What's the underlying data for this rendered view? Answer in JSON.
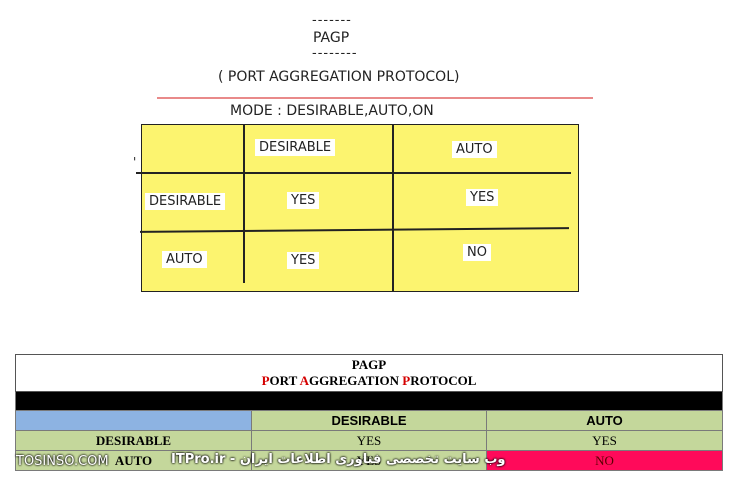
{
  "diagram": {
    "dashes_top": "-------",
    "title": "PAGP",
    "dashes_bottom": "--------",
    "subtitle": "( PORT AGGREGATION PROTOCOL)",
    "mode_line": "MODE : DESIRABLE,AUTO,ON",
    "tick_mark": "'",
    "col_headers": [
      "DESIRABLE",
      "AUTO"
    ],
    "rows": [
      {
        "label": "DESIRABLE",
        "cells": [
          "YES",
          "YES"
        ]
      },
      {
        "label": "AUTO",
        "cells": [
          "YES",
          "NO"
        ]
      }
    ],
    "box_color": "#fcf46f",
    "underline_color": "#e98a8a"
  },
  "table": {
    "title": "PAGP",
    "subtitle_parts": [
      {
        "text": "P",
        "red": true
      },
      {
        "text": "ORT ",
        "red": false
      },
      {
        "text": "A",
        "red": true
      },
      {
        "text": "GGREGATION ",
        "red": false
      },
      {
        "text": "P",
        "red": true
      },
      {
        "text": "ROTOCOL",
        "red": false
      }
    ],
    "col_headers": [
      "DESIRABLE",
      "AUTO"
    ],
    "rows": [
      {
        "label": "DESIRABLE",
        "cells": [
          "YES",
          "YES"
        ]
      },
      {
        "label": "AUTO",
        "cells": [
          "YES",
          "NO"
        ]
      }
    ],
    "colors": {
      "header_blue": "#8db3e2",
      "cell_green": "#c4d79b",
      "no_highlight": "#ff0a5a",
      "accent_red": "#d40000"
    }
  },
  "watermark": {
    "left": "TOSINSO.COM",
    "right": "ITPro.ir - وب سایت تخصصی فناوری اطلاعات ایران"
  }
}
